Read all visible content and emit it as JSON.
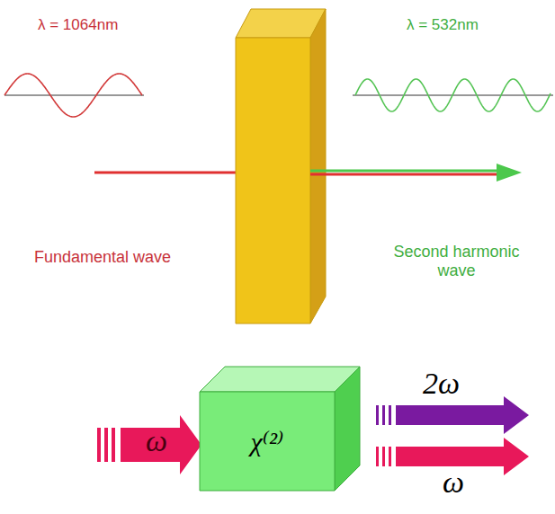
{
  "diagram": {
    "nodes": [
      {
        "text": [
          "χ⁽²⁾"
        ]
      }
    ],
    "labels": [
      "λ = 1064nm",
      "λ = 532nm",
      "Fundamental wave",
      "Second harmonic wave",
      "ω",
      "2ω",
      "ω"
    ]
  }
}
